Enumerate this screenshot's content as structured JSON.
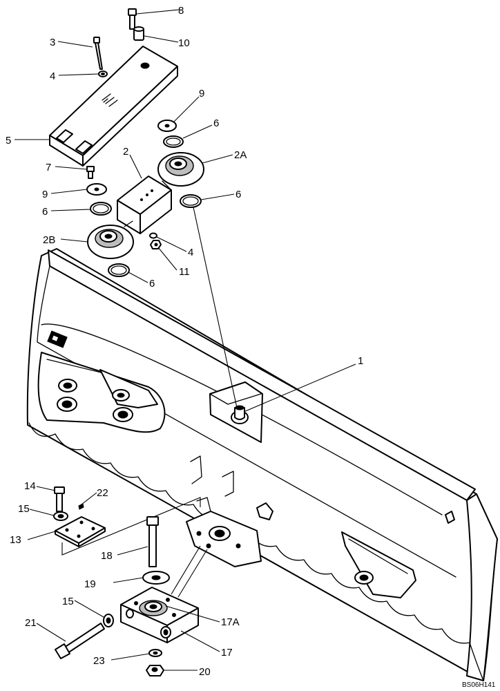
{
  "callouts": [
    {
      "id": "c8",
      "label": "8"
    },
    {
      "id": "c10",
      "label": "10"
    },
    {
      "id": "c3",
      "label": "3"
    },
    {
      "id": "c4a",
      "label": "4"
    },
    {
      "id": "c9a",
      "label": "9"
    },
    {
      "id": "c6a",
      "label": "6"
    },
    {
      "id": "c5",
      "label": "5"
    },
    {
      "id": "c2",
      "label": "2"
    },
    {
      "id": "c2a",
      "label": "2A"
    },
    {
      "id": "c7",
      "label": "7"
    },
    {
      "id": "c9b",
      "label": "9"
    },
    {
      "id": "c6b",
      "label": "6"
    },
    {
      "id": "c6c",
      "label": "6"
    },
    {
      "id": "c2b",
      "label": "2B"
    },
    {
      "id": "c4b",
      "label": "4"
    },
    {
      "id": "c11",
      "label": "11"
    },
    {
      "id": "c6d",
      "label": "6"
    },
    {
      "id": "c1",
      "label": "1"
    },
    {
      "id": "c14",
      "label": "14"
    },
    {
      "id": "c22",
      "label": "22"
    },
    {
      "id": "c15a",
      "label": "15"
    },
    {
      "id": "c13",
      "label": "13"
    },
    {
      "id": "c18",
      "label": "18"
    },
    {
      "id": "c19",
      "label": "19"
    },
    {
      "id": "c15b",
      "label": "15"
    },
    {
      "id": "c17a",
      "label": "17A"
    },
    {
      "id": "c21",
      "label": "21"
    },
    {
      "id": "c17",
      "label": "17"
    },
    {
      "id": "c23",
      "label": "23"
    },
    {
      "id": "c20",
      "label": "20"
    }
  ],
  "drawing_code": "BS06H141"
}
